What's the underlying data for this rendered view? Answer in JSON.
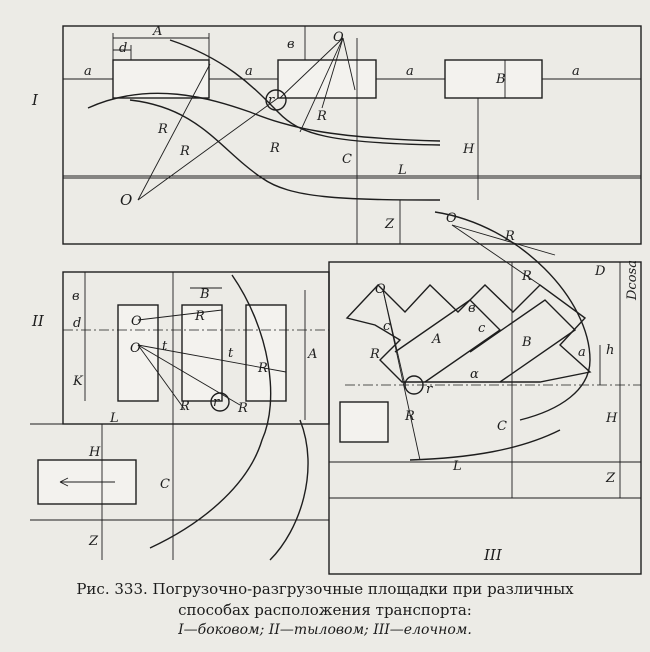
{
  "panels": {
    "p1": {
      "roman": "I",
      "labels": {
        "A": "A",
        "d": "d",
        "a": "a",
        "B": "B",
        "b": "в",
        "O1": "O",
        "r": "r",
        "R1": "R",
        "R2": "R",
        "R1b": "R",
        "R2b": "R",
        "C": "C",
        "H": "H",
        "L": "L",
        "Z": "Z",
        "O": "O"
      }
    },
    "p2": {
      "roman": "II",
      "labels": {
        "b": "в",
        "d": "d",
        "K": "K",
        "B": "B",
        "O": "O",
        "O1": "O",
        "R2": "R",
        "t1": "t",
        "t2": "t",
        "R1": "R",
        "R2b": "R",
        "r": "r",
        "R1b": "R",
        "A": "A",
        "L": "L",
        "H": "H",
        "C": "C",
        "Z": "Z"
      }
    },
    "p3": {
      "roman": "III",
      "labels": {
        "O": "O",
        "R2": "R",
        "R1": "R",
        "D": "D",
        "Dcos": "Dcosa",
        "O1": "O",
        "b": "в",
        "c1": "c",
        "c2": "c",
        "A": "A",
        "B": "B",
        "a": "a",
        "h": "h",
        "alpha": "α",
        "R2b": "R",
        "r": "r",
        "R1b": "R",
        "C": "C",
        "H": "H",
        "L": "L",
        "Z": "Z"
      }
    }
  },
  "caption": {
    "line1": "Рис. 333.  Погрузочно-разгрузочные площадки при различных",
    "line2": "способах расположения транспорта:",
    "line3": "I—боковом;  II—тыловом;  III—елочном."
  }
}
